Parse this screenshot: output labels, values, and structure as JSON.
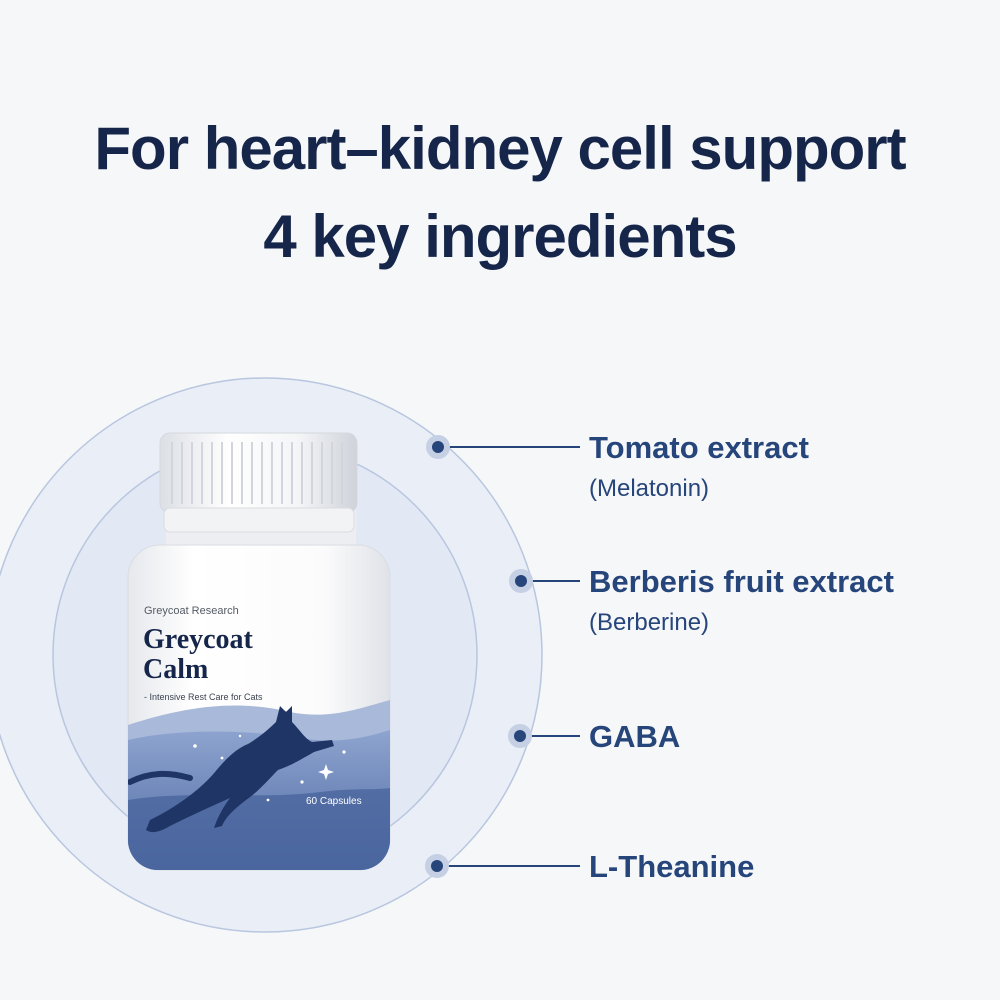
{
  "headline": {
    "line1": "For heart–kidney cell support",
    "line2": "4 key ingredients"
  },
  "product": {
    "brand": "Greycoat Research",
    "name_line1": "Greycoat",
    "name_line2": "Calm",
    "tagline": "- Intensive Rest Care for Cats",
    "count": "60 Capsules"
  },
  "ingredients": [
    {
      "name": "Tomato extract",
      "sub": "(Melatonin)"
    },
    {
      "name": "Berberis fruit extract",
      "sub": "(Berberine)"
    },
    {
      "name": "GABA",
      "sub": ""
    },
    {
      "name": "L-Theanine",
      "sub": ""
    }
  ],
  "colors": {
    "headline": "#16264a",
    "accent": "#26457a",
    "circle_outer": "#e9eef7",
    "circle_inner": "#e2e9f5",
    "label_wave": "#5b78ad"
  },
  "icons": {
    "label_art": "cat-silhouette-icon"
  }
}
